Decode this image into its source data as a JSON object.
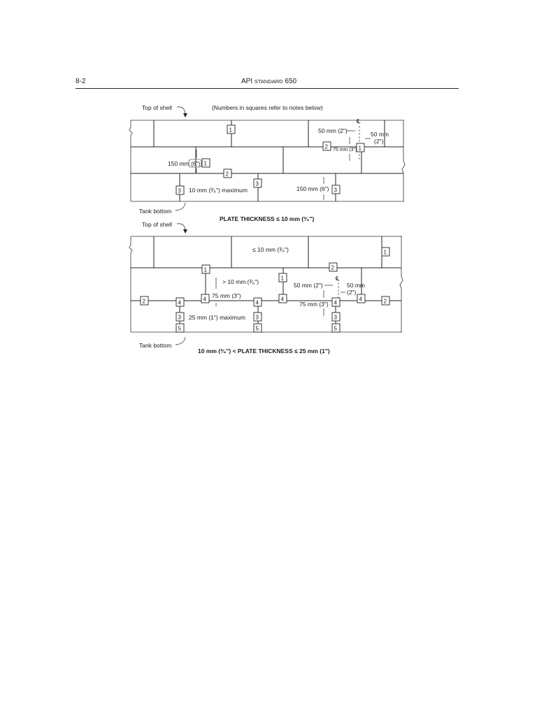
{
  "header": {
    "page_number": "8-2",
    "title_prefix": "API ",
    "title_smallcaps": "Standard",
    "title_suffix": " 650"
  },
  "top_diagram": {
    "top_of_shell": "Top of shell",
    "legend_note": "(Numbers in squares refer to notes below)",
    "tank_bottom": "Tank bottom",
    "caption": "PLATE THICKNESS ≤ 10 mm (³⁄₈\")",
    "dim_50_left": "50 mm (2\")",
    "dim_50_right_a": "50 mm",
    "dim_50_right_b": "(2\")",
    "dim_75": "75 mm (3\")",
    "dim_150_left": "150 mm (6\")",
    "dim_150_right": "150 mm (6\")",
    "dim_10_max": "10 mm (³⁄₈\") maximum",
    "centerline": "℄",
    "note_1": "1",
    "note_2": "2",
    "note_3": "3"
  },
  "bottom_diagram": {
    "top_of_shell": "Top of shell",
    "tank_bottom": "Tank bottom",
    "caption": "10 mm (³⁄₈\") < PLATE THICKNESS ≤ 25 mm (1\")",
    "dim_le_10": "≤ 10 mm (³⁄₈\")",
    "dim_gt_10": "> 10 mm (³⁄₈\")",
    "dim_75_left": "75 mm (3\")",
    "dim_25_max": "25 mm (1\") maximum",
    "dim_50_left": "50 mm (2\")",
    "dim_50_right_a": "50 mm",
    "dim_50_right_b": "(2\")",
    "dim_75_right": "75 mm (3\")",
    "centerline": "℄",
    "note_1": "1",
    "note_2": "2",
    "note_3": "3",
    "note_4": "4",
    "note_5": "5"
  }
}
